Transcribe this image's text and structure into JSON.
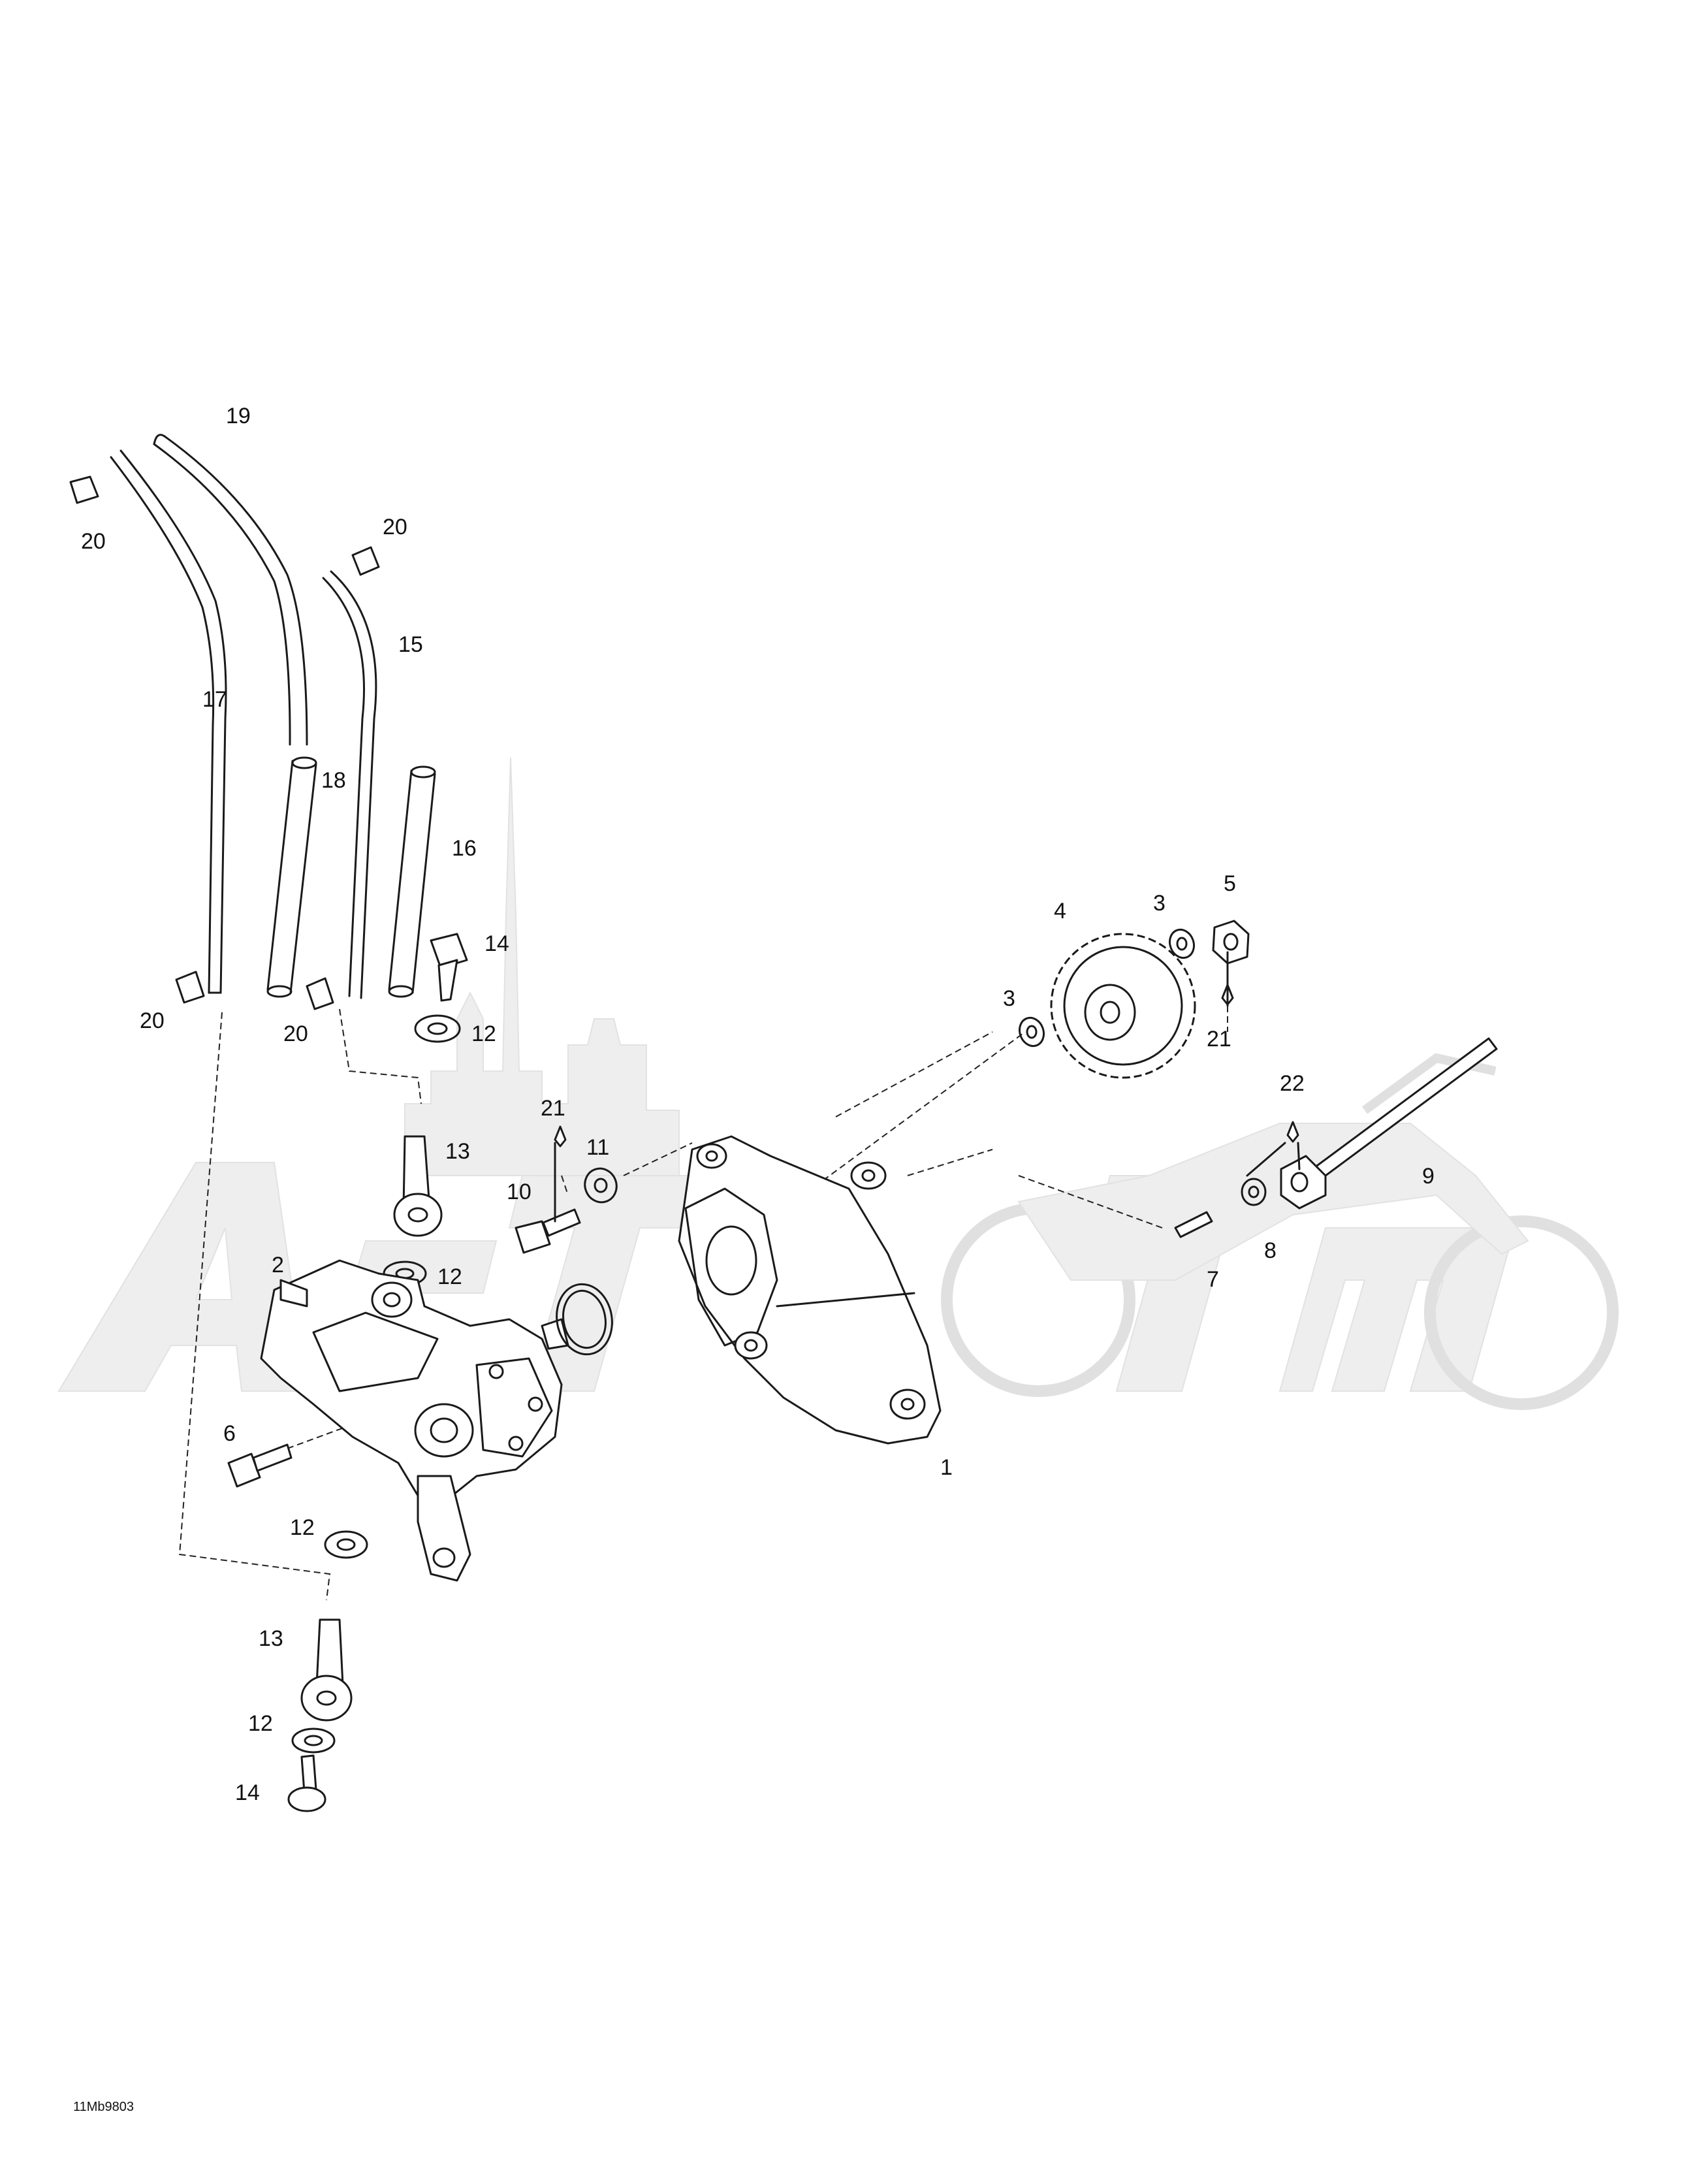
{
  "diagram": {
    "type": "exploded-parts-diagram",
    "watermark": {
      "text": "ActiTorm",
      "color": "#e9e9e9"
    },
    "document_id": "11Mb9803",
    "callouts": [
      {
        "id": "c19a",
        "label": "19"
      },
      {
        "id": "c20a",
        "label": "20"
      },
      {
        "id": "c20b",
        "label": "20"
      },
      {
        "id": "c15",
        "label": "15"
      },
      {
        "id": "c17",
        "label": "17"
      },
      {
        "id": "c18",
        "label": "18"
      },
      {
        "id": "c16",
        "label": "16"
      },
      {
        "id": "c14a",
        "label": "14"
      },
      {
        "id": "c20c",
        "label": "20"
      },
      {
        "id": "c20d",
        "label": "20"
      },
      {
        "id": "c12a",
        "label": "12"
      },
      {
        "id": "c13a",
        "label": "13"
      },
      {
        "id": "c21a",
        "label": "21"
      },
      {
        "id": "c11",
        "label": "11"
      },
      {
        "id": "c10",
        "label": "10"
      },
      {
        "id": "c12b",
        "label": "12"
      },
      {
        "id": "c2",
        "label": "2"
      },
      {
        "id": "c6",
        "label": "6"
      },
      {
        "id": "c12c",
        "label": "12"
      },
      {
        "id": "c13b",
        "label": "13"
      },
      {
        "id": "c12d",
        "label": "12"
      },
      {
        "id": "c14b",
        "label": "14"
      },
      {
        "id": "c1",
        "label": "1"
      },
      {
        "id": "c4",
        "label": "4"
      },
      {
        "id": "c3a",
        "label": "3"
      },
      {
        "id": "c5",
        "label": "5"
      },
      {
        "id": "c3b",
        "label": "3"
      },
      {
        "id": "c21b",
        "label": "21"
      },
      {
        "id": "c22",
        "label": "22"
      },
      {
        "id": "c9",
        "label": "9"
      },
      {
        "id": "c7",
        "label": "7"
      },
      {
        "id": "c8",
        "label": "8"
      }
    ]
  }
}
